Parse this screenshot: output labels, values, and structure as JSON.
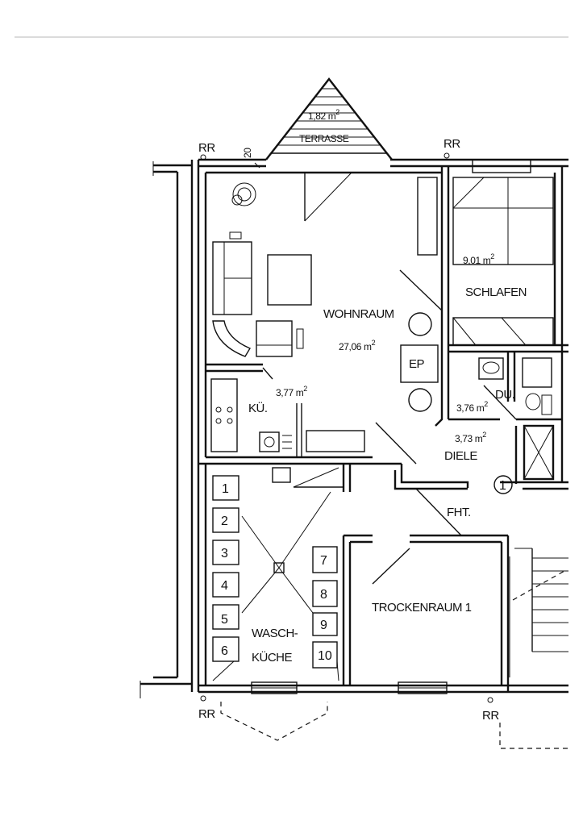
{
  "rooms": {
    "terrasse": {
      "label": "TERRASSE",
      "area": "1,82 m",
      "sup": "2"
    },
    "wohnraum": {
      "label": "WOHNRAUM",
      "area": "27,06 m",
      "sup": "2"
    },
    "kueche": {
      "label": "KÜ.",
      "area": "3,77 m",
      "sup": "2"
    },
    "schlafen": {
      "label": "SCHLAFEN",
      "area": "9,01 m",
      "sup": "2"
    },
    "dusche": {
      "label": "DU.",
      "area": "3,76 m",
      "sup": "2"
    },
    "diele": {
      "label": "DIELE",
      "area": "3,73 m",
      "sup": "2"
    },
    "flur": {
      "label": "FHT."
    },
    "trockenraum": {
      "label": "TROCKENRAUM 1"
    },
    "waschkueche": {
      "label_line1": "WASCH-",
      "label_line2": "KÜCHE"
    }
  },
  "markers": {
    "ep": "EP",
    "circle_number": "1",
    "dimension": "20",
    "rr": [
      "RR",
      "RR",
      "RR",
      "RR"
    ]
  },
  "washing_slots": [
    "1",
    "2",
    "3",
    "4",
    "5",
    "6",
    "7",
    "8",
    "9",
    "10"
  ]
}
